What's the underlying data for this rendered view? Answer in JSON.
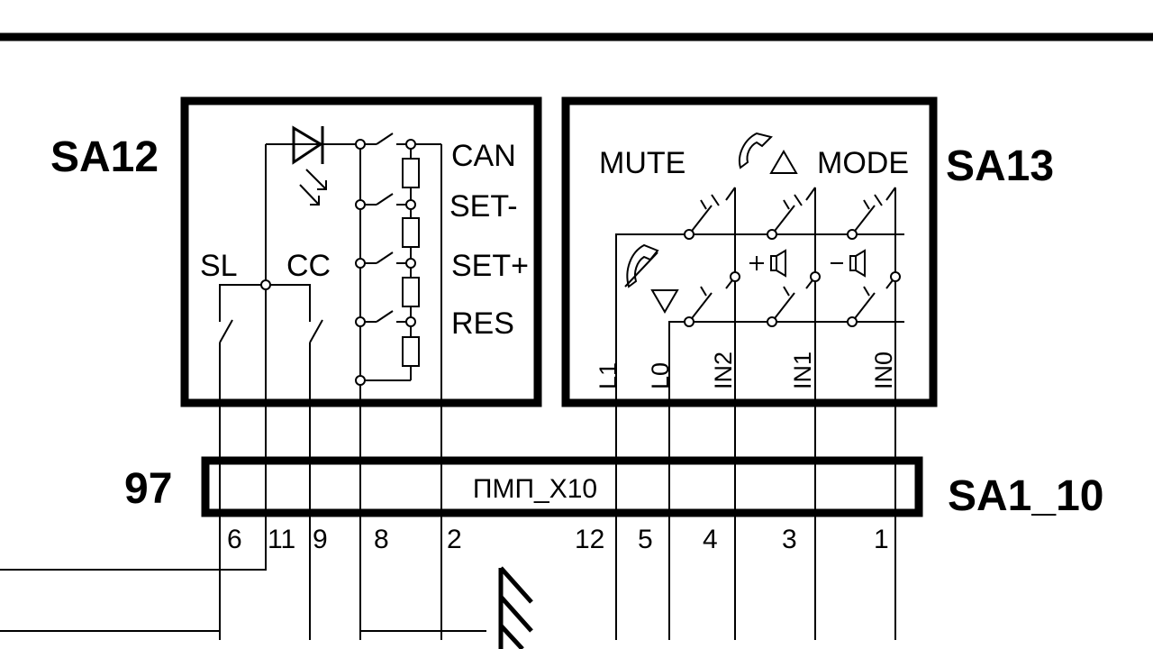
{
  "labels": {
    "sa12": "SA12",
    "sa13": "SA13",
    "sa1_10": "SA1_10",
    "n97": "97",
    "connector": "ПМП_X10"
  },
  "sa12": {
    "cruise_switches": [
      "CAN",
      "SET-",
      "SET+",
      "RES"
    ],
    "sl": "SL",
    "cc": "CC"
  },
  "sa13": {
    "top_labels": [
      "MUTE",
      "MODE"
    ],
    "pins": [
      "L1",
      "L0",
      "IN2",
      "IN1",
      "IN0"
    ]
  },
  "pins": [
    "6",
    "11",
    "9",
    "8",
    "2",
    "12",
    "5",
    "4",
    "3",
    "1"
  ],
  "icons": [
    "diode-led-icon",
    "phone-handset-icon",
    "phone-hangup-icon",
    "speaker-volume-up-icon",
    "speaker-volume-down-icon",
    "ground-icon"
  ]
}
